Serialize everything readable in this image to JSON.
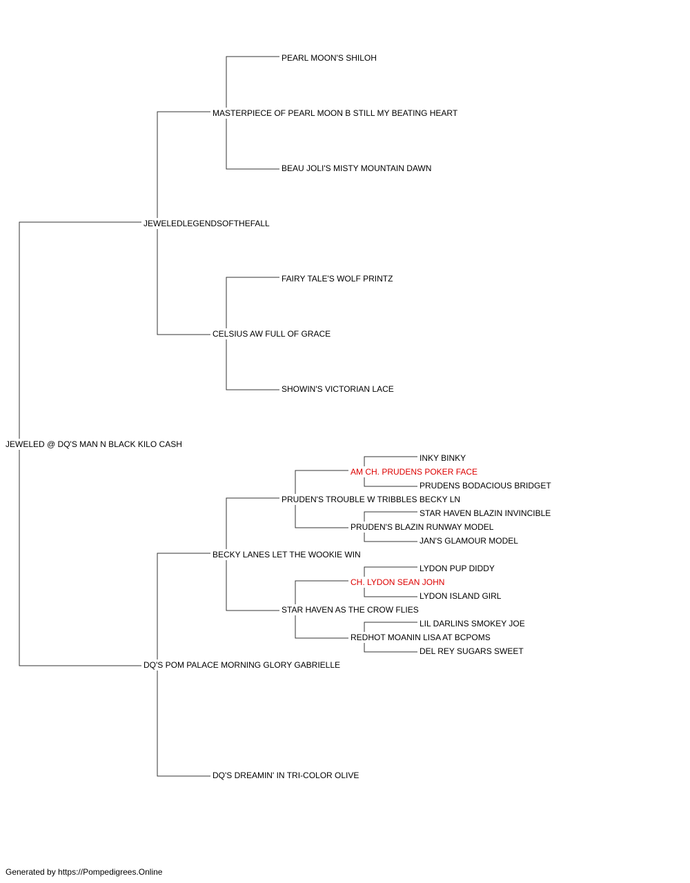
{
  "pedigree": {
    "subject": "JEWELED @ DQ'S MAN N BLACK KILO CASH",
    "sire": {
      "name": "JEWELEDLEGENDSOFTHEFALL",
      "sire": {
        "name": "MASTERPIECE OF PEARL MOON B STILL MY BEATING HEART",
        "sire": {
          "name": "PEARL MOON'S SHILOH"
        },
        "dam": {
          "name": "BEAU JOLI'S MISTY MOUNTAIN DAWN"
        }
      },
      "dam": {
        "name": "CELSIUS AW FULL OF GRACE",
        "sire": {
          "name": "FAIRY TALE'S WOLF PRINTZ"
        },
        "dam": {
          "name": "SHOWIN'S VICTORIAN LACE"
        }
      }
    },
    "dam": {
      "name": "DQ'S POM PALACE MORNING GLORY GABRIELLE",
      "sire": {
        "name": "BECKY LANES LET THE WOOKIE WIN",
        "sire": {
          "name": "PRUDEN'S TROUBLE W TRIBBLES BECKY LN",
          "sire": {
            "name": "AM CH. PRUDENS POKER FACE",
            "sire": {
              "name": "INKY BINKY"
            },
            "dam": {
              "name": "PRUDENS BODACIOUS BRIDGET"
            }
          },
          "dam": {
            "name": "PRUDEN'S BLAZIN RUNWAY MODEL",
            "sire": {
              "name": "STAR HAVEN BLAZIN INVINCIBLE"
            },
            "dam": {
              "name": "JAN'S GLAMOUR MODEL"
            }
          }
        },
        "dam": {
          "name": "STAR HAVEN AS THE CROW FLIES",
          "sire": {
            "name": "CH. LYDON SEAN JOHN",
            "sire": {
              "name": "LYDON PUP DIDDY"
            },
            "dam": {
              "name": "LYDON ISLAND GIRL"
            }
          },
          "dam": {
            "name": "REDHOT MOANIN LISA AT BCPOMS",
            "sire": {
              "name": "LIL DARLINS SMOKEY JOE"
            },
            "dam": {
              "name": "DEL REY SUGARS SWEET"
            }
          }
        }
      },
      "dam": {
        "name": "DQ'S DREAMIN' IN TRI-COLOR OLIVE"
      }
    }
  },
  "colors": {
    "line": "#333333",
    "text": "#000000",
    "champion": "#dd0000"
  },
  "footer": "Generated by https://Pompedigrees.Online"
}
